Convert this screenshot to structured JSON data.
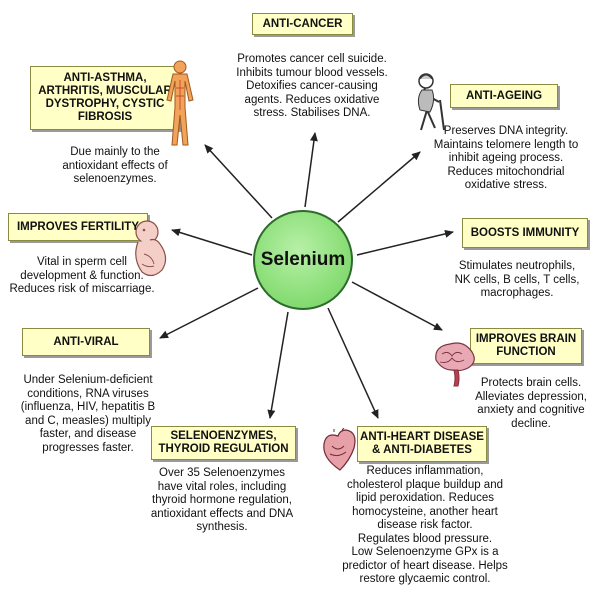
{
  "center": {
    "label": "Selenium"
  },
  "colors": {
    "label_fill": "#ffffc6",
    "center_fill": "#8fe07c",
    "arrow": "#222222"
  },
  "nodes": [
    {
      "title": "ANTI-CANCER",
      "text": "Promotes cancer cell suicide.\nInhibits tumour blood vessels.\nDetoxifies cancer-causing\nagents. Reduces oxidative\nstress. Stabilises DNA."
    },
    {
      "title": "ANTI-AGEING",
      "icon": "elderly-person-icon",
      "text": "Preserves DNA integrity.\nMaintains telomere length to\ninhibit ageing process.\nReduces mitochondrial\noxidative stress."
    },
    {
      "title": "BOOSTS IMMUNITY",
      "text": "Stimulates neutrophils,\nNK cells, B cells, T cells,\nmacrophages."
    },
    {
      "title": "IMPROVES BRAIN FUNCTION",
      "icon": "brain-icon",
      "text": "Protects brain cells.\nAlleviates depression,\nanxiety and cognitive\ndecline."
    },
    {
      "title": "ANTI-HEART DISEASE & ANTI-DIABETES",
      "icon": "heart-icon",
      "text": "Reduces inflammation,\ncholesterol plaque buildup and\nlipid peroxidation. Reduces\nhomocysteine, another heart\ndisease risk factor.\nRegulates blood pressure.\nLow Selenoenzyme GPx is a\npredictor of heart disease. Helps\nrestore glycaemic control."
    },
    {
      "title": "SELENOENZYMES, THYROID REGULATION",
      "text": "Over 35 Selenoenzymes\nhave vital roles, including\nthyroid hormone regulation,\nantioxidant effects and DNA\nsynthesis."
    },
    {
      "title": "ANTI-VIRAL",
      "text": "Under Selenium-deficient\nconditions, RNA viruses\n(influenza, HIV, hepatitis B\nand C, measles) multiply\nfaster, and disease\nprogresses faster."
    },
    {
      "title": "IMPROVES FERTILITY",
      "icon": "fetus-icon",
      "text": "Vital in sperm cell\ndevelopment & function.\nReduces risk of miscarriage."
    },
    {
      "title": "ANTI-ASTHMA, ARTHRITIS, MUSCULAR DYSTROPHY, CYSTIC FIBROSIS",
      "icon": "human-body-icon",
      "text": "Due mainly to the\nantioxidant effects of\nselenoenzymes."
    }
  ]
}
